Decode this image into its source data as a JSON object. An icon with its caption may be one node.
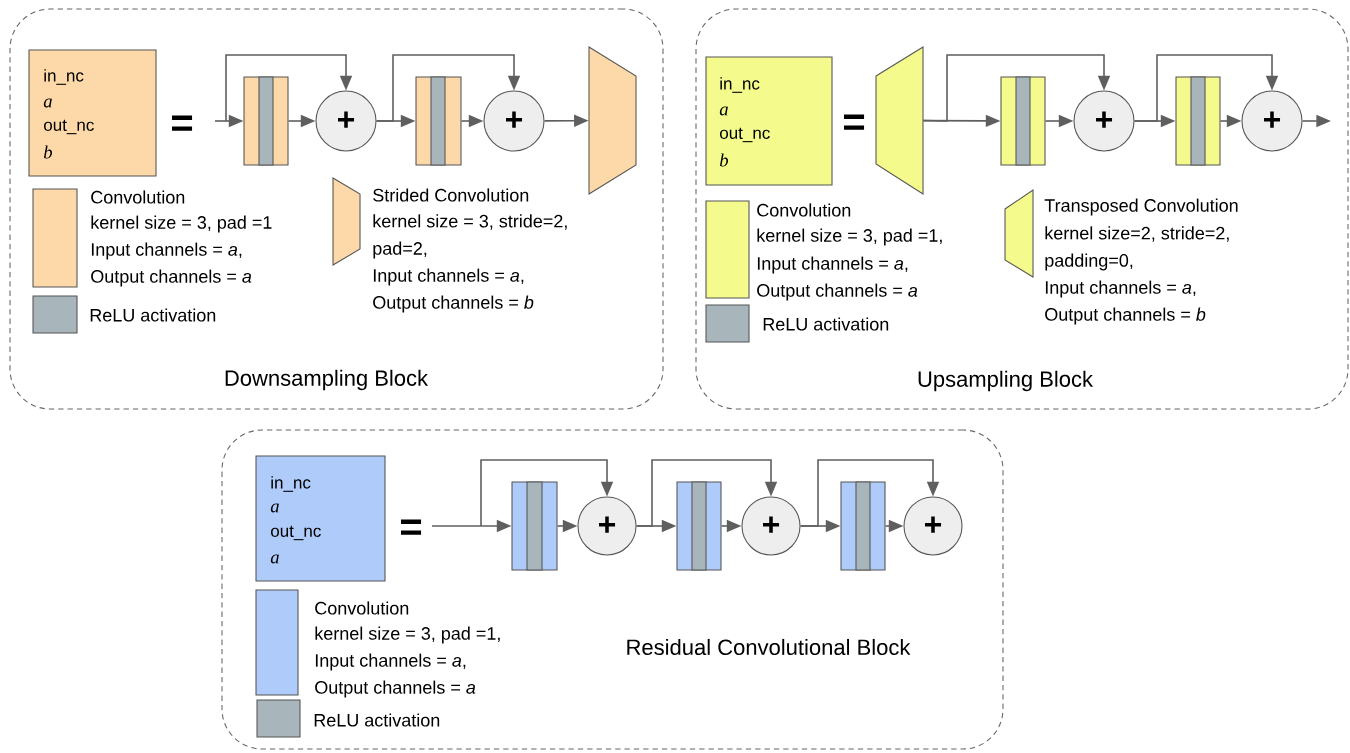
{
  "diagram": {
    "nodes": [
      {
        "text": [
          "Downsampling Block"
        ]
      },
      {
        "text": [
          "in_nc",
          "a",
          "out_nc",
          "b"
        ],
        "in": 0
      },
      {
        "text": [],
        "shape": "box",
        "in": 0
      },
      {
        "text": [
          "+"
        ],
        "in": 0
      },
      {
        "text": [],
        "shape": "box",
        "in": 0
      },
      {
        "text": [
          "+"
        ],
        "in": 0
      },
      {
        "text": [],
        "shape": "trapezoid",
        "in": 0
      },
      {
        "text": [],
        "shape": "box",
        "in": 0,
        "beside": [
          "Convolution",
          "kernel size = 3, pad =1",
          "Input channels = *a*,",
          "Output channels = *a*"
        ]
      },
      {
        "text": [],
        "shape": "box",
        "in": 0,
        "beside": [
          "ReLU activation"
        ]
      },
      {
        "text": [],
        "shape": "trapezoid",
        "in": 0,
        "beside": [
          "Strided Convolution",
          "kernel size = 3, stride=2,",
          "pad=2,",
          "Input channels = *a*,",
          "Output channels = *b*"
        ]
      },
      {
        "text": [
          "Upsampling Block"
        ]
      },
      {
        "text": [
          "in_nc",
          "a",
          "out_nc",
          "b"
        ],
        "in": 10
      },
      {
        "text": [],
        "shape": "trapezoid",
        "in": 10
      },
      {
        "text": [],
        "shape": "box",
        "in": 10
      },
      {
        "text": [
          "+"
        ],
        "in": 10
      },
      {
        "text": [],
        "shape": "box",
        "in": 10
      },
      {
        "text": [
          "+"
        ],
        "in": 10
      },
      {
        "text": [],
        "shape": "box",
        "in": 10,
        "beside": [
          "Convolution",
          "kernel size = 3, pad =1,",
          "Input channels = *a*,",
          "Output channels = *a*"
        ]
      },
      {
        "text": [],
        "shape": "box",
        "in": 10,
        "beside": [
          "ReLU activation"
        ]
      },
      {
        "text": [],
        "shape": "trapezoid",
        "in": 10,
        "beside": [
          "Transposed Convolution",
          "kernel size=2, stride=2,",
          "padding=0,",
          "Input channels = *a*,",
          "Output channels = *b*"
        ]
      },
      {
        "text": [
          "Residual Convolutional Block"
        ]
      },
      {
        "text": [
          "in_nc",
          "a",
          "out_nc",
          "a"
        ],
        "in": 20
      },
      {
        "text": [],
        "shape": "box",
        "in": 20
      },
      {
        "text": [
          "+"
        ],
        "in": 20
      },
      {
        "text": [],
        "shape": "box",
        "in": 20
      },
      {
        "text": [
          "+"
        ],
        "in": 20
      },
      {
        "text": [],
        "shape": "box",
        "in": 20
      },
      {
        "text": [
          "+"
        ],
        "in": 20
      },
      {
        "text": [],
        "shape": "box",
        "in": 20,
        "beside": [
          "Convolution",
          "kernel size = 3, pad =1,",
          "Input channels = *a*,",
          "Output channels = *a*"
        ]
      },
      {
        "text": [],
        "shape": "box",
        "in": 20,
        "beside": [
          "ReLU activation"
        ]
      }
    ],
    "edges": [
      {
        "from": null,
        "to": 2,
        "arrow": "to"
      },
      {
        "from": null,
        "to": 3,
        "arrow": "to"
      },
      {
        "from": 2,
        "to": 3,
        "arrow": "to"
      },
      {
        "from": 3,
        "to": 4,
        "arrow": "to"
      },
      {
        "from": 3,
        "to": 5,
        "arrow": "to"
      },
      {
        "from": 4,
        "to": 5,
        "arrow": "to"
      },
      {
        "from": 5,
        "to": 6,
        "arrow": "to"
      },
      {
        "from": 12,
        "to": 13,
        "arrow": "to"
      },
      {
        "from": 12,
        "to": 14,
        "arrow": "to"
      },
      {
        "from": 13,
        "to": 14,
        "arrow": "to"
      },
      {
        "from": 14,
        "to": 15,
        "arrow": "to"
      },
      {
        "from": 14,
        "to": 16,
        "arrow": "to"
      },
      {
        "from": 15,
        "to": 16,
        "arrow": "to"
      },
      {
        "from": 16,
        "to": null,
        "arrow": "to"
      },
      {
        "from": null,
        "to": 22,
        "arrow": "to"
      },
      {
        "from": null,
        "to": 23,
        "arrow": "to"
      },
      {
        "from": 22,
        "to": 23,
        "arrow": "to"
      },
      {
        "from": 23,
        "to": 24,
        "arrow": "to"
      },
      {
        "from": 23,
        "to": 25,
        "arrow": "to"
      },
      {
        "from": 24,
        "to": 25,
        "arrow": "to"
      },
      {
        "from": 25,
        "to": 26,
        "arrow": "to"
      },
      {
        "from": 25,
        "to": 27,
        "arrow": "to"
      },
      {
        "from": 26,
        "to": 27,
        "arrow": "to"
      }
    ],
    "labels": [
      "=",
      "=",
      "="
    ]
  }
}
